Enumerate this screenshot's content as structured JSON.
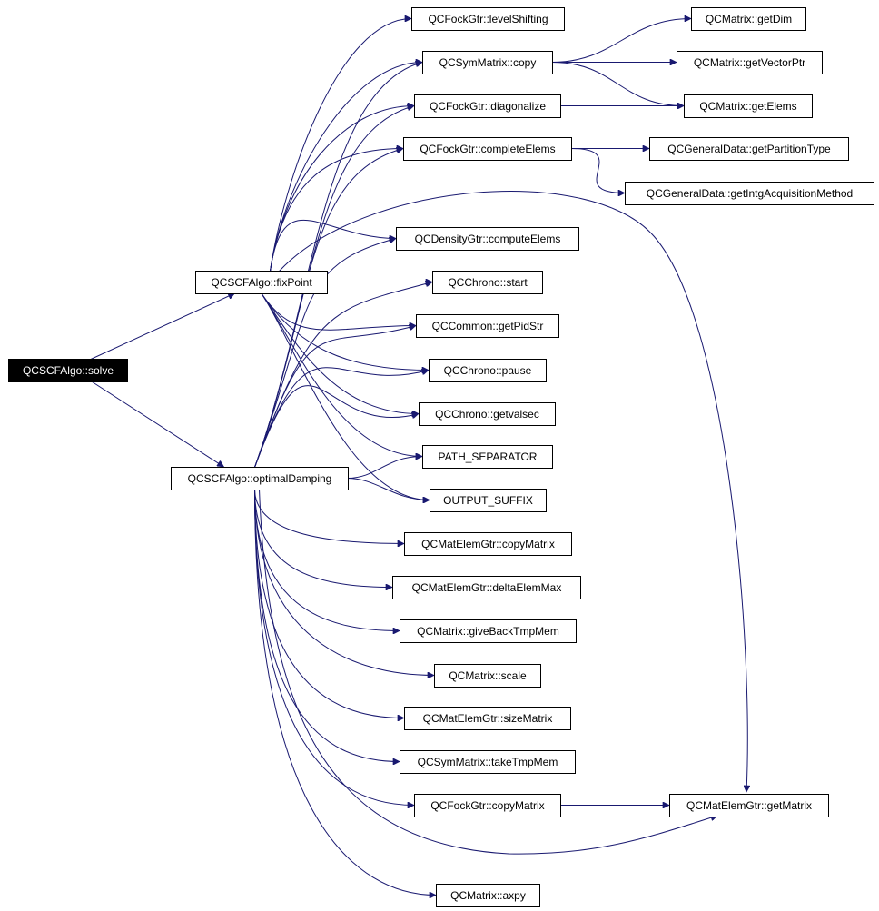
{
  "edge_color": "#191970",
  "root_color": "#000000",
  "nodes": [
    {
      "id": "solve",
      "label": "QCSCFAlgo::solve",
      "root": true
    },
    {
      "id": "fixPoint",
      "label": "QCSCFAlgo::fixPoint"
    },
    {
      "id": "optimalDamping",
      "label": "QCSCFAlgo::optimalDamping"
    },
    {
      "id": "levelShifting",
      "label": "QCFockGtr::levelShifting"
    },
    {
      "id": "symCopy",
      "label": "QCSymMatrix::copy"
    },
    {
      "id": "diagonalize",
      "label": "QCFockGtr::diagonalize"
    },
    {
      "id": "completeElems",
      "label": "QCFockGtr::completeElems"
    },
    {
      "id": "computeElems",
      "label": "QCDensityGtr::computeElems"
    },
    {
      "id": "chronoStart",
      "label": "QCChrono::start"
    },
    {
      "id": "getPidStr",
      "label": "QCCommon::getPidStr"
    },
    {
      "id": "chronoPause",
      "label": "QCChrono::pause"
    },
    {
      "id": "getvalsec",
      "label": "QCChrono::getvalsec"
    },
    {
      "id": "pathSep",
      "label": "PATH_SEPARATOR"
    },
    {
      "id": "outSuffix",
      "label": "OUTPUT_SUFFIX"
    },
    {
      "id": "matCopyMatrix",
      "label": "QCMatElemGtr::copyMatrix"
    },
    {
      "id": "deltaElemMax",
      "label": "QCMatElemGtr::deltaElemMax"
    },
    {
      "id": "giveBack",
      "label": "QCMatrix::giveBackTmpMem"
    },
    {
      "id": "scale",
      "label": "QCMatrix::scale"
    },
    {
      "id": "sizeMatrix",
      "label": "QCMatElemGtr::sizeMatrix"
    },
    {
      "id": "takeTmp",
      "label": "QCSymMatrix::takeTmpMem"
    },
    {
      "id": "fockCopyMatrix",
      "label": "QCFockGtr::copyMatrix"
    },
    {
      "id": "axpy",
      "label": "QCMatrix::axpy"
    },
    {
      "id": "getDim",
      "label": "QCMatrix::getDim"
    },
    {
      "id": "getVectorPtr",
      "label": "QCMatrix::getVectorPtr"
    },
    {
      "id": "getElems",
      "label": "QCMatrix::getElems"
    },
    {
      "id": "getPartition",
      "label": "QCGeneralData::getPartitionType"
    },
    {
      "id": "getIntg",
      "label": "QCGeneralData::getIntgAcquisitionMethod"
    },
    {
      "id": "getMatrix",
      "label": "QCMatElemGtr::getMatrix"
    }
  ],
  "edges": [
    [
      "solve",
      "fixPoint"
    ],
    [
      "solve",
      "optimalDamping"
    ],
    [
      "fixPoint",
      "levelShifting"
    ],
    [
      "fixPoint",
      "symCopy"
    ],
    [
      "fixPoint",
      "diagonalize"
    ],
    [
      "fixPoint",
      "completeElems"
    ],
    [
      "fixPoint",
      "getMatrix"
    ],
    [
      "fixPoint",
      "computeElems"
    ],
    [
      "fixPoint",
      "chronoStart"
    ],
    [
      "fixPoint",
      "getPidStr"
    ],
    [
      "fixPoint",
      "chronoPause"
    ],
    [
      "fixPoint",
      "getvalsec"
    ],
    [
      "fixPoint",
      "pathSep"
    ],
    [
      "fixPoint",
      "outSuffix"
    ],
    [
      "optimalDamping",
      "symCopy"
    ],
    [
      "optimalDamping",
      "diagonalize"
    ],
    [
      "optimalDamping",
      "completeElems"
    ],
    [
      "optimalDamping",
      "computeElems"
    ],
    [
      "optimalDamping",
      "chronoStart"
    ],
    [
      "optimalDamping",
      "getPidStr"
    ],
    [
      "optimalDamping",
      "chronoPause"
    ],
    [
      "optimalDamping",
      "getvalsec"
    ],
    [
      "optimalDamping",
      "pathSep"
    ],
    [
      "optimalDamping",
      "outSuffix"
    ],
    [
      "optimalDamping",
      "matCopyMatrix"
    ],
    [
      "optimalDamping",
      "deltaElemMax"
    ],
    [
      "optimalDamping",
      "giveBack"
    ],
    [
      "optimalDamping",
      "scale"
    ],
    [
      "optimalDamping",
      "sizeMatrix"
    ],
    [
      "optimalDamping",
      "takeTmp"
    ],
    [
      "optimalDamping",
      "fockCopyMatrix"
    ],
    [
      "optimalDamping",
      "getMatrix"
    ],
    [
      "optimalDamping",
      "axpy"
    ],
    [
      "symCopy",
      "getDim"
    ],
    [
      "symCopy",
      "getVectorPtr"
    ],
    [
      "symCopy",
      "getElems"
    ],
    [
      "diagonalize",
      "getElems"
    ],
    [
      "completeElems",
      "getPartition"
    ],
    [
      "completeElems",
      "getIntg"
    ],
    [
      "fockCopyMatrix",
      "getMatrix"
    ]
  ]
}
